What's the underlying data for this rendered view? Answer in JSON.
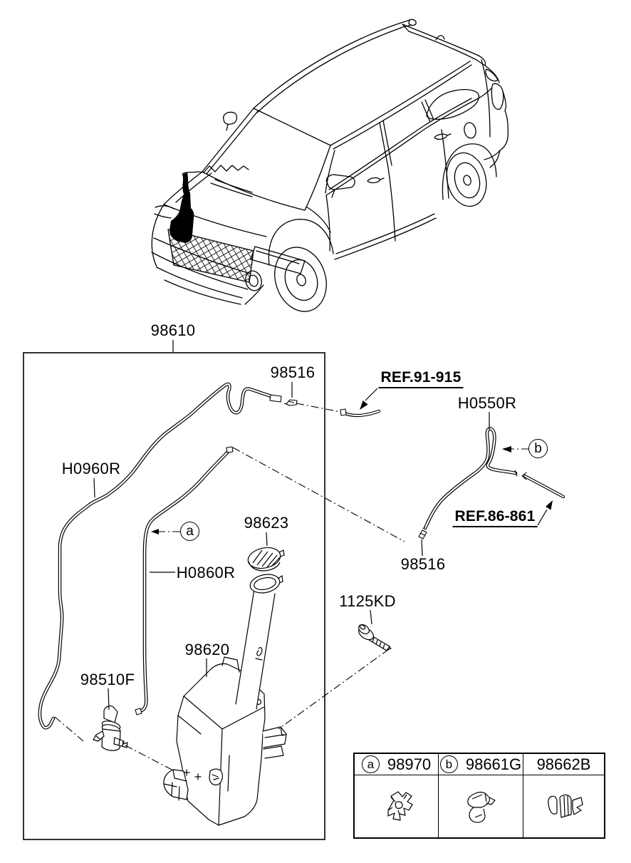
{
  "page": {
    "background": "#ffffff",
    "line_color": "#000000"
  },
  "diagram": {
    "assembly_label": "98610",
    "labels": {
      "connector_top": "98516",
      "front_hose": "H0960R",
      "rear_hose_inner": "H0860R",
      "cap": "98623",
      "reservoir": "98620",
      "pump": "98510F",
      "screw": "1125KD",
      "rear_hose_outer": "H0550R",
      "connector_rear": "98516"
    },
    "refs": {
      "front_ref": "REF.91-915",
      "rear_ref": "REF.86-861"
    },
    "callouts": {
      "a": "a",
      "b": "b"
    }
  },
  "table": {
    "columns": [
      {
        "badge": "a",
        "part": "98970"
      },
      {
        "badge": "b",
        "part": "98661G"
      },
      {
        "badge": "",
        "part": "98662B"
      }
    ]
  }
}
